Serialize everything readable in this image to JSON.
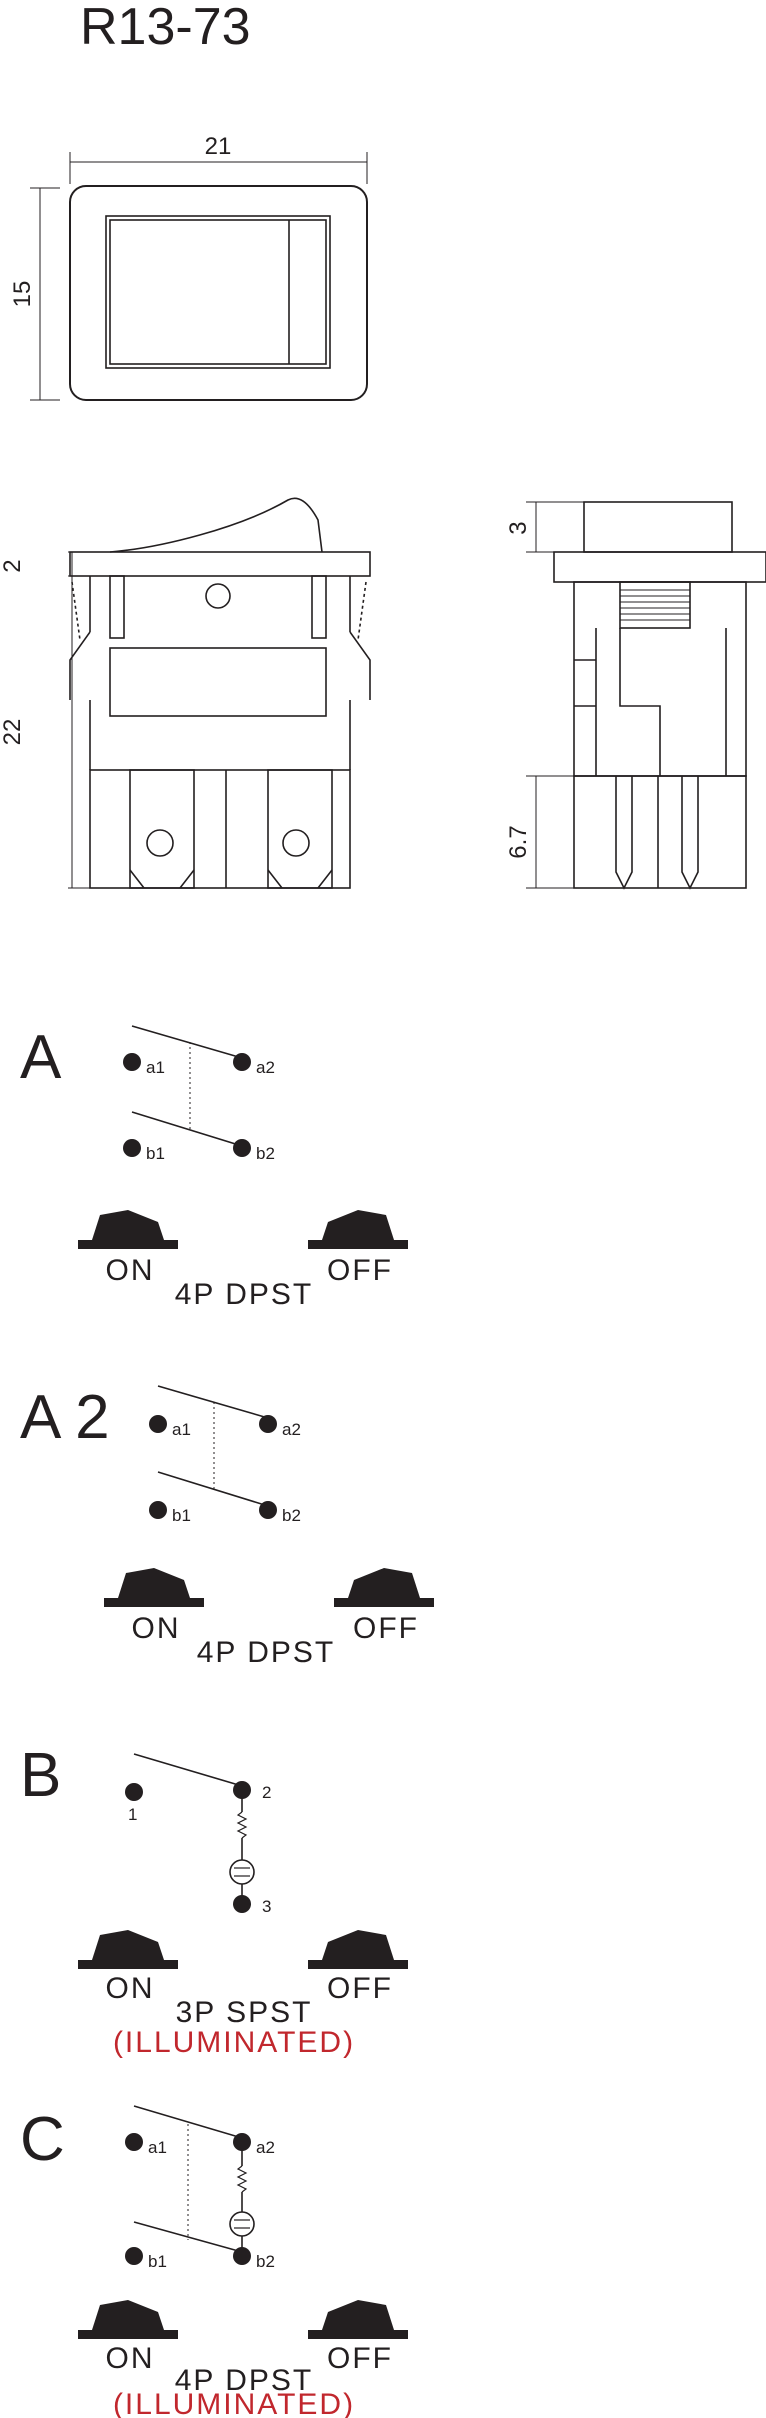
{
  "title": "R13-73",
  "dimensions": {
    "top_width": "21",
    "top_height": "15",
    "cap_height": "2",
    "body_height": "22",
    "side_top": "3",
    "pin_length": "6.7"
  },
  "colors": {
    "ink": "#231f20",
    "accent_red": "#c1272d"
  },
  "diagrams": [
    {
      "letter": "A",
      "terminals": [
        "a1",
        "a2",
        "b1",
        "b2"
      ],
      "on_label": "ON",
      "off_label": "OFF",
      "type_label": "4P DPST",
      "note": ""
    },
    {
      "letter": "A 2",
      "terminals": [
        "a1",
        "a2",
        "b1",
        "b2"
      ],
      "on_label": "ON",
      "off_label": "OFF",
      "type_label": "4P DPST",
      "note": ""
    },
    {
      "letter": "B",
      "terminals": [
        "1",
        "2",
        "3"
      ],
      "on_label": "ON",
      "off_label": "OFF",
      "type_label": "3P SPST",
      "note": "(ILLUMINATED)"
    },
    {
      "letter": "C",
      "terminals": [
        "a1",
        "a2",
        "b1",
        "b2"
      ],
      "on_label": "ON",
      "off_label": "OFF",
      "type_label": "4P DPST",
      "note": "(ILLUMINATED)"
    }
  ]
}
